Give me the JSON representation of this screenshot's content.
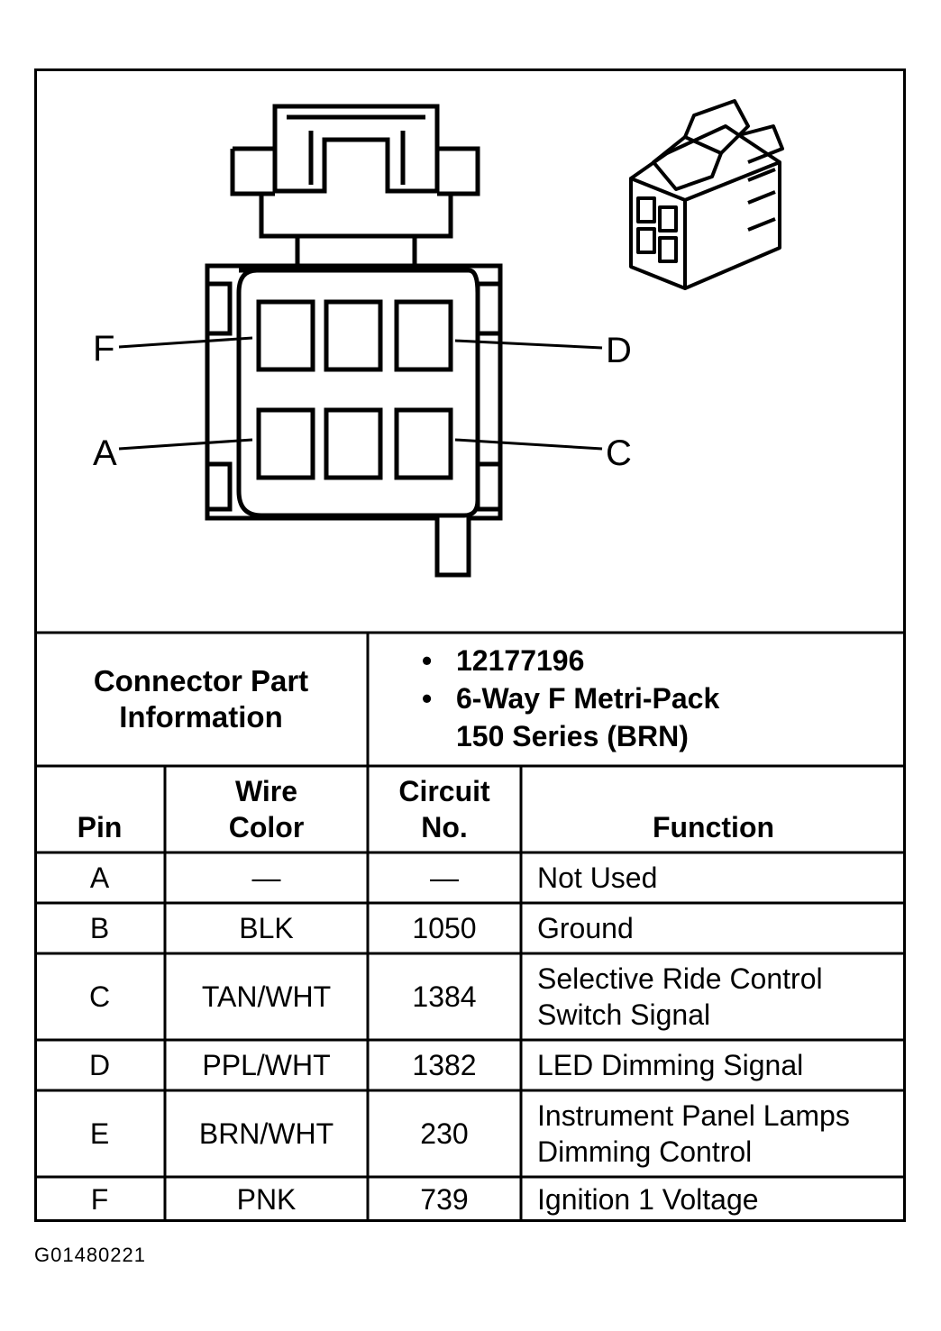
{
  "connector": {
    "pin_labels": [
      "F",
      "D",
      "A",
      "C"
    ]
  },
  "part_info": {
    "title": "Connector Part\nInformation",
    "items": [
      "12177196",
      "6-Way F Metri-Pack\n150 Series (BRN)"
    ]
  },
  "table": {
    "headers": [
      "Pin",
      "Wire\nColor",
      "Circuit\nNo.",
      "Function"
    ],
    "rows": [
      {
        "pin": "A",
        "color": "—",
        "circuit": "—",
        "function": "Not Used"
      },
      {
        "pin": "B",
        "color": "BLK",
        "circuit": "1050",
        "function": "Ground"
      },
      {
        "pin": "C",
        "color": "TAN/WHT",
        "circuit": "1384",
        "function": "Selective Ride Control\nSwitch Signal"
      },
      {
        "pin": "D",
        "color": "PPL/WHT",
        "circuit": "1382",
        "function": "LED Dimming Signal"
      },
      {
        "pin": "E",
        "color": "BRN/WHT",
        "circuit": "230",
        "function": "Instrument Panel Lamps\nDimming Control"
      },
      {
        "pin": "F",
        "color": "PNK",
        "circuit": "739",
        "function": "Ignition 1 Voltage"
      }
    ]
  },
  "figure_id": "G01480221"
}
